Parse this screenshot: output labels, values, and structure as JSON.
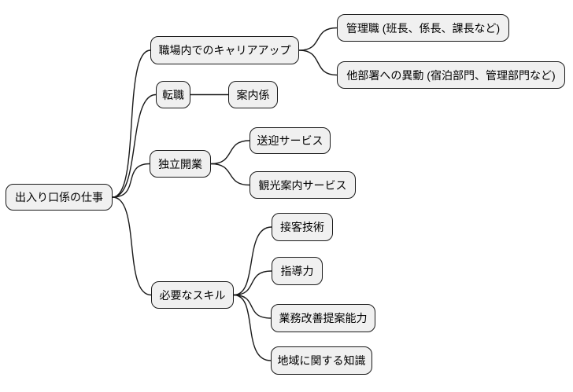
{
  "diagram": {
    "type": "mindmap",
    "direction": "left-to-right",
    "root": {
      "label": "出入り口係の仕事"
    },
    "branches": [
      {
        "label": "職場内でのキャリアアップ",
        "children": [
          "管理職 (班長、係長、課長など)",
          "他部署への異動 (宿泊部門、管理部門など)"
        ]
      },
      {
        "label": "転職",
        "children": [
          "案内係"
        ]
      },
      {
        "label": "独立開業",
        "children": [
          "送迎サービス",
          "観光案内サービス"
        ]
      },
      {
        "label": "必要なスキル",
        "children": [
          "接客技術",
          "指導力",
          "業務改善提案能力",
          "地域に関する知識"
        ]
      }
    ],
    "colors": {
      "node_fill": "#f0f0f0",
      "node_border": "#1a1a1a",
      "edge": "#1a1a1a",
      "background": "#ffffff",
      "text": "#000000"
    }
  }
}
